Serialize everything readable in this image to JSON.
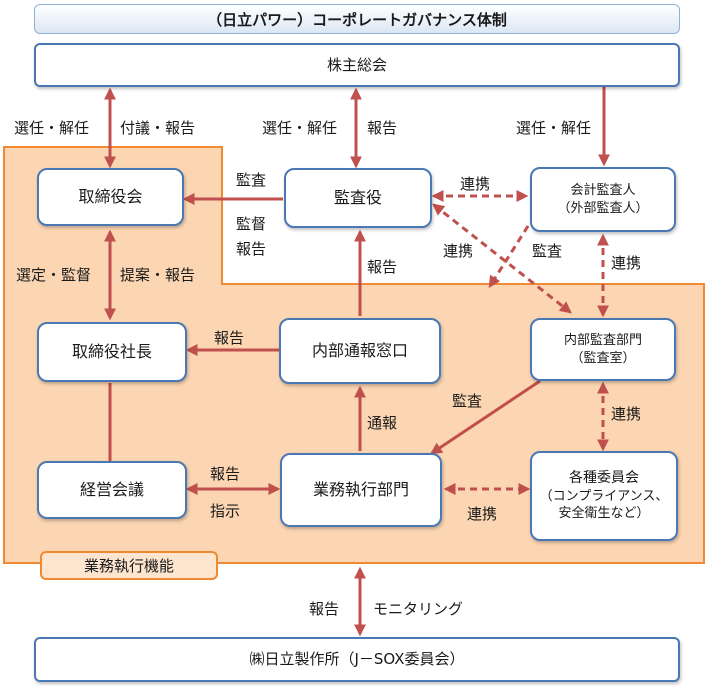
{
  "title": "（日立パワー）コーポレートガバナンス体制",
  "boxes": {
    "shareholders": "株主総会",
    "board": "取締役会",
    "auditors": "監査役",
    "external_auditor_l1": "会計監査人",
    "external_auditor_l2": "（外部監査人）",
    "president": "取締役社長",
    "whistle": "内部通報窓口",
    "internal_audit_l1": "内部監査部門",
    "internal_audit_l2": "（監査室）",
    "mgmt_meeting": "経営会議",
    "business_dept": "業務執行部門",
    "committees_l1": "各種委員会",
    "committees_l2": "（コンプライアンス、",
    "committees_l3": "安全衛生など）",
    "jsox": "㈱日立製作所（J－SOX委員会）",
    "function": "業務執行機能"
  },
  "labels": {
    "sh_board_left": "選任・解任",
    "sh_board_right": "付議・報告",
    "sh_aud_left": "選任・解任",
    "sh_aud_right": "報告",
    "sh_ext": "選任・解任",
    "aud_board_audit": "監査",
    "aud_board_supervise": "監督",
    "aud_board_report": "報告",
    "aud_ext_coop": "連携",
    "aud_int_coop": "連携",
    "ext_int_audit": "監査",
    "ext_int_coop": "連携",
    "board_pres_left": "選定・監督",
    "board_pres_right": "提案・報告",
    "whistle_aud": "報告",
    "whistle_pres": "報告",
    "int_biz_audit": "監査",
    "int_comm_coop": "連携",
    "biz_whistle": "通報",
    "mgmt_biz_report": "報告",
    "mgmt_biz_instr": "指示",
    "biz_comm_coop": "連携",
    "jsox_left": "報告",
    "jsox_right": "モニタリング"
  },
  "colors": {
    "box_border": "#4a78b4",
    "arrow": "#c0504d",
    "function_area_fill": "#fcd6b3",
    "function_area_border": "#ef8a33"
  }
}
